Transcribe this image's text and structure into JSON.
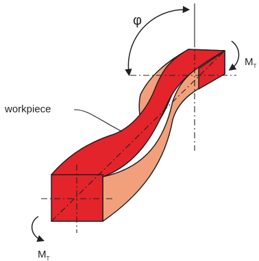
{
  "labels": {
    "angle": "φ",
    "workpiece": "workpiece",
    "moment_symbol": "M",
    "moment_subscript": "T",
    "moment_top_symbol": "M",
    "moment_top_subscript": "T"
  },
  "colors": {
    "front_face": "#e3242b",
    "side_face": "#f2a07b",
    "outline": "#231f20",
    "background": "#ffffff"
  }
}
